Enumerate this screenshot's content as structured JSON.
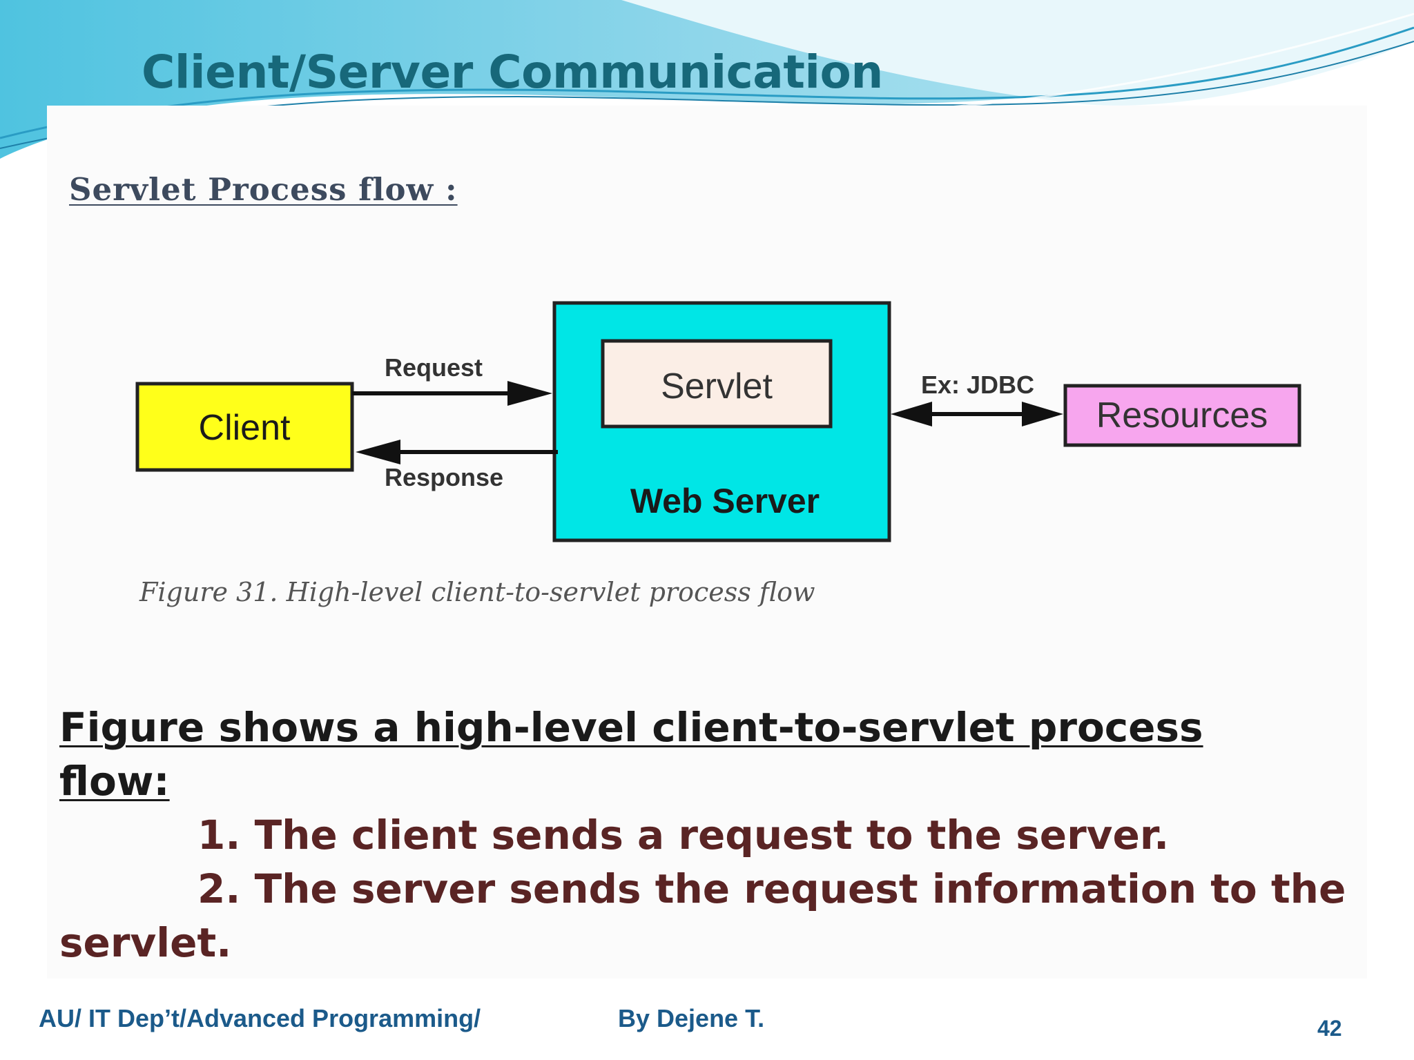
{
  "slide": {
    "title": "Client/Server Communication",
    "section_heading": "Servlet  Process  flow :",
    "footer_left": "AU/ IT Dep’t/Advanced Programming/",
    "footer_author": "By Dejene T.",
    "page_number": "42"
  },
  "diagram": {
    "client_label": "Client",
    "servlet_label": "Servlet",
    "web_server_label": "Web Server",
    "resources_label": "Resources",
    "request_label": "Request",
    "response_label": "Response",
    "jdbc_label": "Ex: JDBC",
    "caption": "Figure 31.  High-level client-to-servlet process flow"
  },
  "description": {
    "lead": "Figure shows a high-level client-to-servlet process flow:",
    "step1": "1. The client sends a request to the server.",
    "step2": "2. The server sends the request information to the servlet."
  },
  "colors": {
    "title": "#17687a",
    "client_box": "#ffff1a",
    "web_server_box": "#00e6e6",
    "servlet_box": "#fbeee6",
    "resources_box": "#f7a6ee",
    "footer_text": "#1b5a8a",
    "step_text": "#5a2424"
  }
}
